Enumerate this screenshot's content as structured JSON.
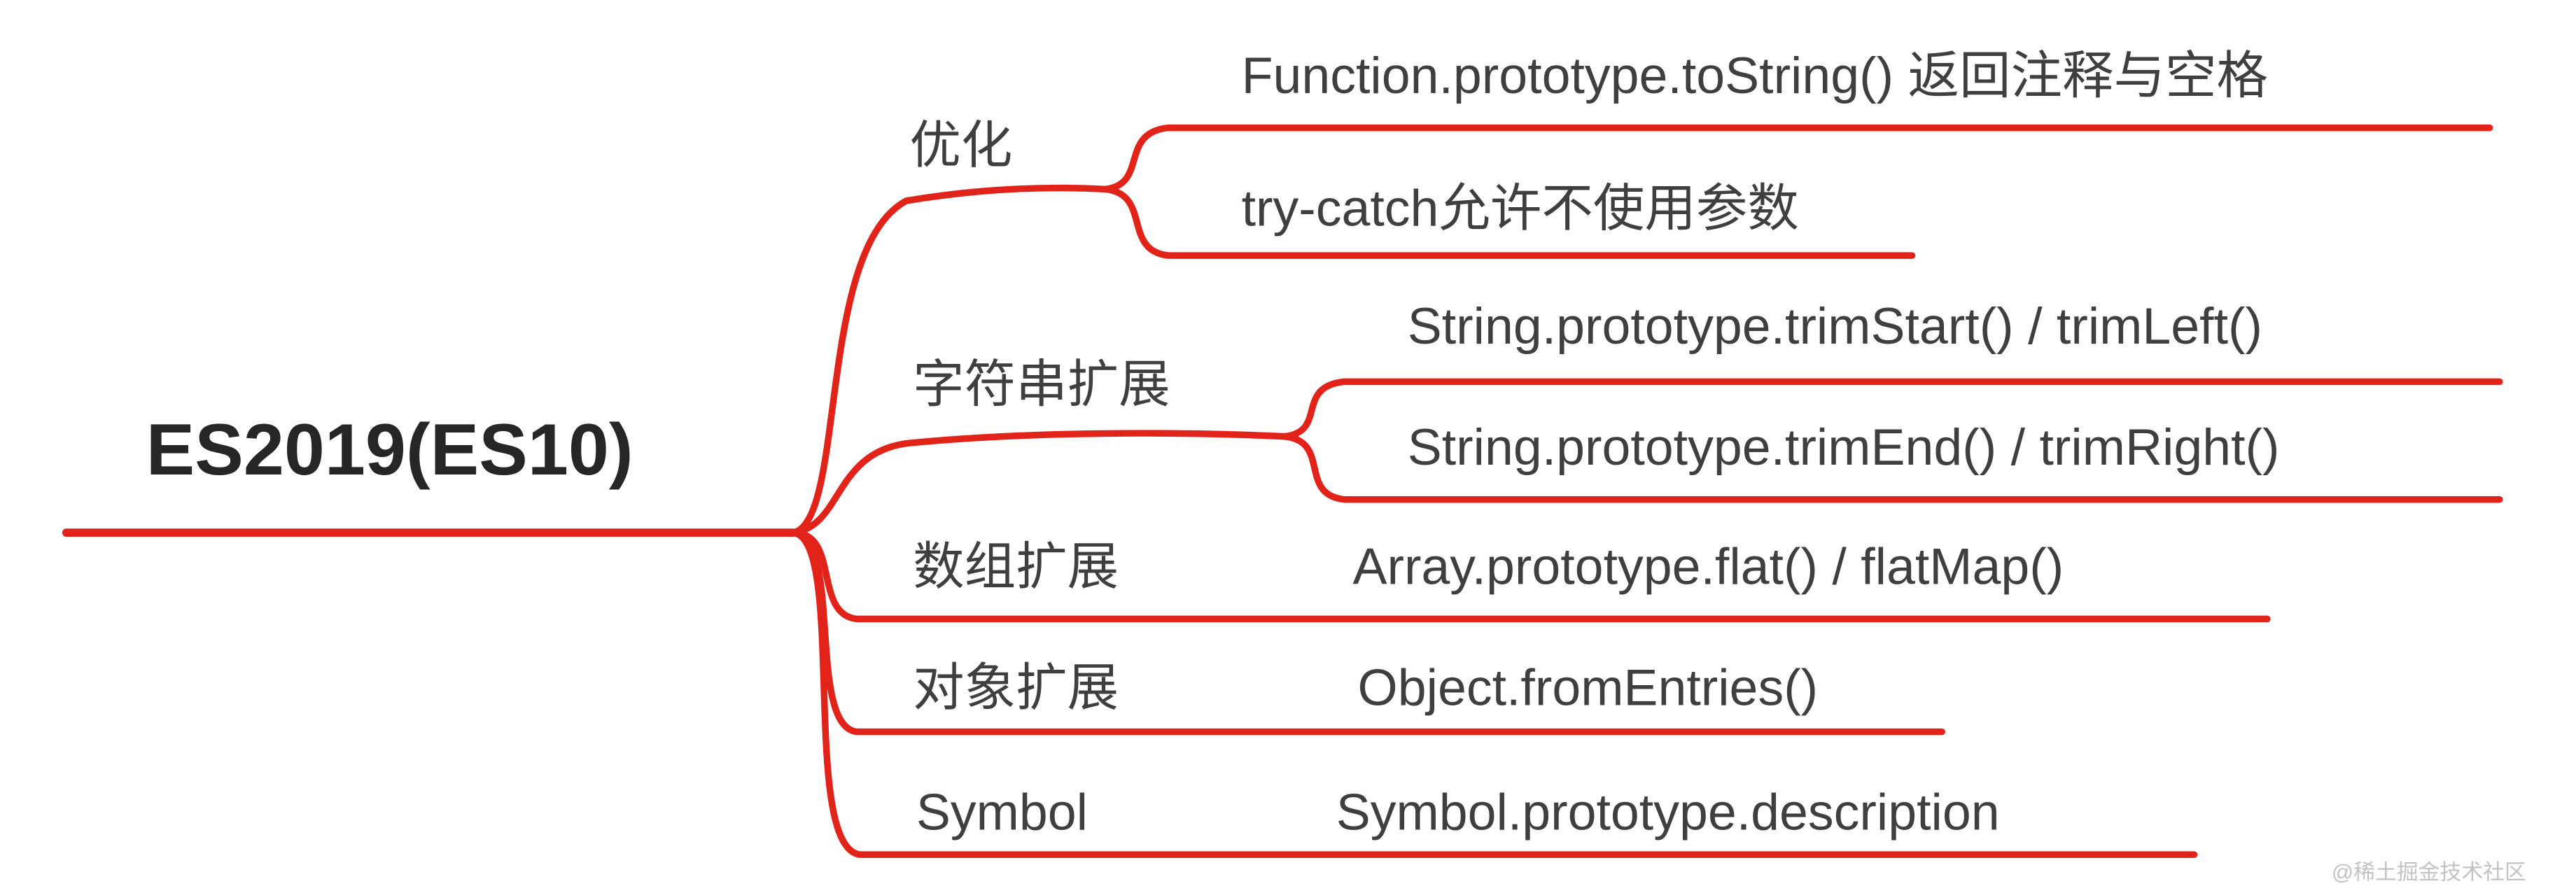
{
  "mindmap": {
    "root": {
      "label": "ES2019(ES10)"
    },
    "branches": [
      {
        "label": "优化",
        "children": [
          {
            "label": "Function.prototype.toString() 返回注释与空格"
          },
          {
            "label": "try-catch允许不使用参数"
          }
        ]
      },
      {
        "label": "字符串扩展",
        "children": [
          {
            "label": "String.prototype.trimStart() / trimLeft()"
          },
          {
            "label": "String.prototype.trimEnd() / trimRight()"
          }
        ]
      },
      {
        "label": "数组扩展",
        "children": [
          {
            "label": "Array.prototype.flat() / flatMap()"
          }
        ]
      },
      {
        "label": "对象扩展",
        "children": [
          {
            "label": "Object.fromEntries()"
          }
        ]
      },
      {
        "label": "Symbol",
        "children": [
          {
            "label": "Symbol.prototype.description"
          }
        ]
      }
    ],
    "watermark": "@稀土掘金技术社区",
    "colors": {
      "branch_line": "#e2231a",
      "node_text": "#3f3f3f",
      "root_text": "#262626",
      "watermark_text": "#c3c3c3"
    }
  }
}
